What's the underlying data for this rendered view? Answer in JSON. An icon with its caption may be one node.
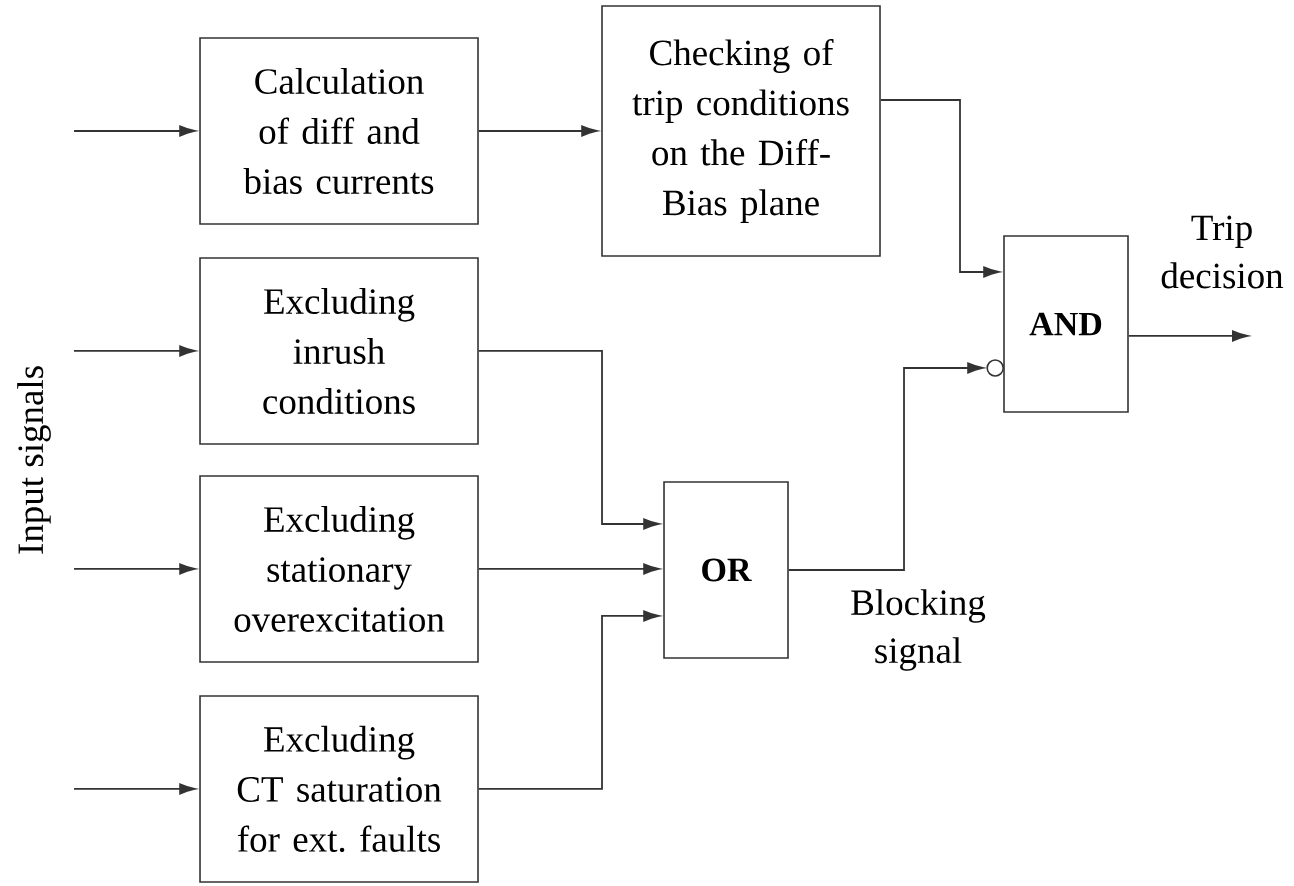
{
  "diagram": {
    "nodes": [
      {
        "text": [
          "Calculation of diff and bias currents"
        ]
      },
      {
        "text": [
          "Excluding inrush conditions"
        ]
      },
      {
        "text": [
          "Excluding stationary overexcitation"
        ]
      },
      {
        "text": [
          "Excluding CT saturation for ext. faults"
        ]
      },
      {
        "text": [
          "Checking of trip conditions on the Diff-Bias plane"
        ]
      },
      {
        "text": [
          "OR"
        ]
      },
      {
        "text": [
          "AND"
        ]
      }
    ],
    "edges": [
      {
        "from": null,
        "to": 0,
        "arrow": "to"
      },
      {
        "from": 0,
        "to": 4,
        "arrow": "to"
      },
      {
        "from": 4,
        "to": 6,
        "arrow": "to"
      },
      {
        "from": null,
        "to": 1,
        "arrow": "to"
      },
      {
        "from": 1,
        "to": 5,
        "arrow": "to"
      },
      {
        "from": null,
        "to": 2,
        "arrow": "to"
      },
      {
        "from": 2,
        "to": 5,
        "arrow": "to"
      },
      {
        "from": null,
        "to": 3,
        "arrow": "to"
      },
      {
        "from": 3,
        "to": 5,
        "arrow": "to"
      },
      {
        "from": 5,
        "to": 6,
        "arrow": "to",
        "label": "Blocking signal"
      },
      {
        "from": 6,
        "to": null,
        "arrow": "to",
        "label": "Trip decision"
      }
    ],
    "labels": [
      "Input signals"
    ]
  }
}
